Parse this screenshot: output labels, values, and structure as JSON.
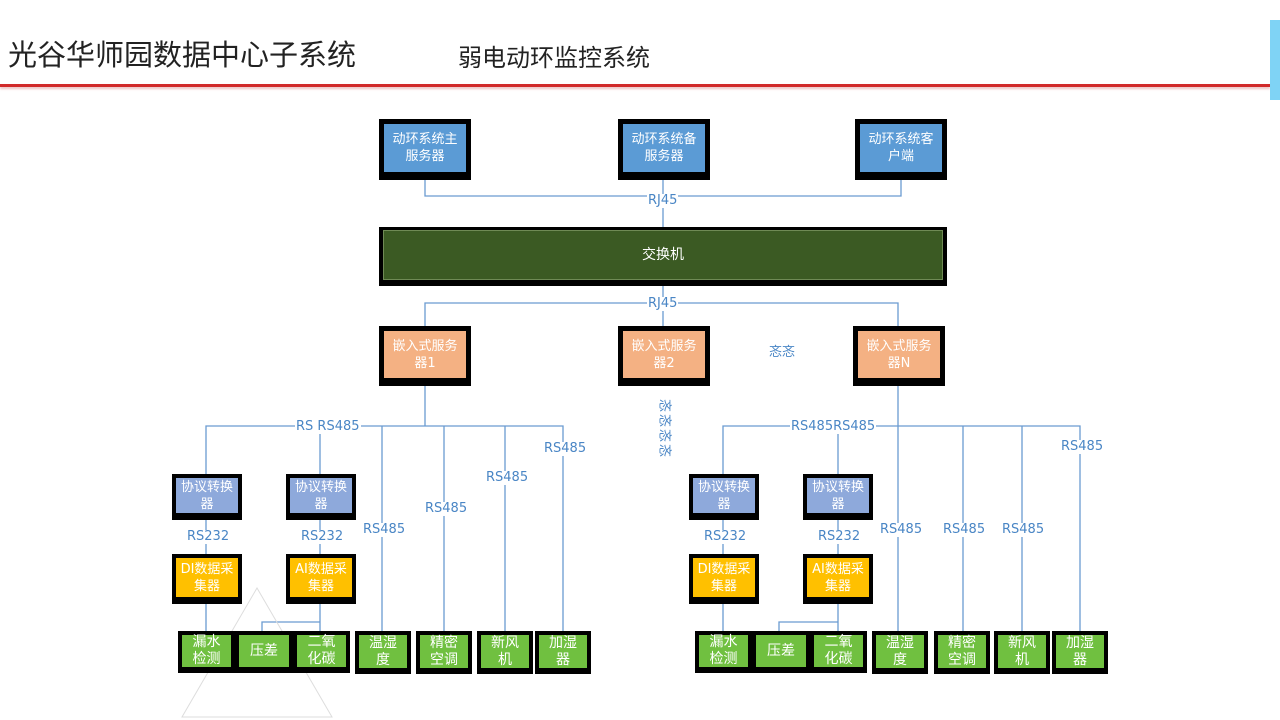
{
  "header": {
    "title": "光谷华师园数据中心子系统",
    "subtitle": "弱电动环监控系统"
  },
  "colors": {
    "accent_red": "#d12a2a",
    "accent_cyan": "#7fd3f5",
    "link_blue": "#4a86c5",
    "server_blue": "#5b9bd5",
    "switch_green": "#3b5a23",
    "embedded_orange": "#f4b183",
    "converter_lavender": "#8ea9db",
    "collector_yellow": "#ffc000",
    "sensor_green": "#70c040"
  },
  "top_servers": [
    {
      "label": "动环系统主服务器"
    },
    {
      "label": "动环系统备服务器"
    },
    {
      "label": "动环系统客户端"
    }
  ],
  "link_labels": {
    "rj45_top": "RJ45",
    "rj45_bottom": "RJ45",
    "ellipsis_h": "忞忞",
    "ellipsis_v": [
      "忞",
      "忞",
      "忞",
      "忞"
    ]
  },
  "switch": {
    "label": "交换机"
  },
  "embedded_servers": [
    {
      "label": "嵌入式服务器1"
    },
    {
      "label": "嵌入式服务器2"
    },
    {
      "label": "嵌入式服务器N"
    }
  ],
  "left_group": {
    "bus_label": "RS RS485",
    "converters": [
      {
        "label": "协议转换器"
      },
      {
        "label": "协议转换器"
      }
    ],
    "rs232_labels": [
      "RS232",
      "RS232"
    ],
    "collectors": [
      {
        "label": "DI数据采集器"
      },
      {
        "label": "AI数据采集器"
      }
    ],
    "rs485_labels": [
      "RS485",
      "RS485",
      "RS485",
      "RS485"
    ],
    "sensors": [
      {
        "label": "漏水检测"
      },
      {
        "label": "压差"
      },
      {
        "label": "二氧化碳"
      },
      {
        "label": "温湿度"
      },
      {
        "label": "精密空调"
      },
      {
        "label": "新风机"
      },
      {
        "label": "加湿器"
      }
    ]
  },
  "right_group": {
    "bus_label": "RS485RS485",
    "converters": [
      {
        "label": "协议转换器"
      },
      {
        "label": "协议转换器"
      }
    ],
    "rs232_labels": [
      "RS232",
      "RS232"
    ],
    "collectors": [
      {
        "label": "DI数据采集器"
      },
      {
        "label": "AI数据采集器"
      }
    ],
    "rs485_labels": [
      "RS485",
      "RS485",
      "RS485",
      "RS485"
    ],
    "sensors": [
      {
        "label": "漏水检测"
      },
      {
        "label": "压差"
      },
      {
        "label": "二氧化碳"
      },
      {
        "label": "温湿度"
      },
      {
        "label": "精密空调"
      },
      {
        "label": "新风机"
      },
      {
        "label": "加湿器"
      }
    ]
  }
}
